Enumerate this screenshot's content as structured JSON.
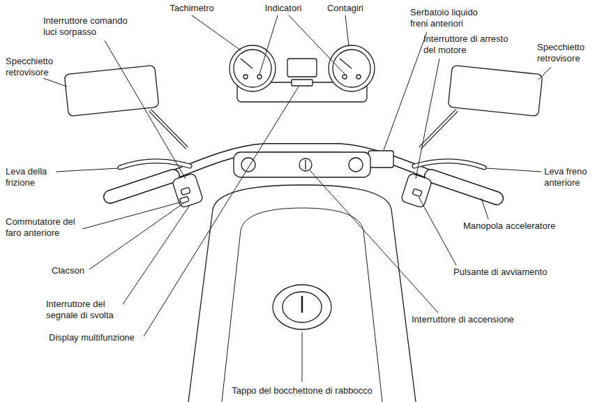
{
  "diagram": {
    "labels": [
      "Tachimetro",
      "Indicatori",
      "Contagiri",
      "Interruttore comando luci sorpasso",
      "Serbatoio liquido freni anteriori",
      "Interruttore di arresto del motore",
      "Specchietto retrovisore",
      "Specchietto retrovisore",
      "Leva della frizione",
      "Leva freno anteriore",
      "Commutatore del faro anteriore",
      "Manopola acceleratore",
      "Clacson",
      "Pulsante di avviamento",
      "Interruttore del segnale di svolta",
      "Interruttore di accensione",
      "Display multifunzione",
      "Tappo del bocchettone di rabbocco"
    ]
  }
}
